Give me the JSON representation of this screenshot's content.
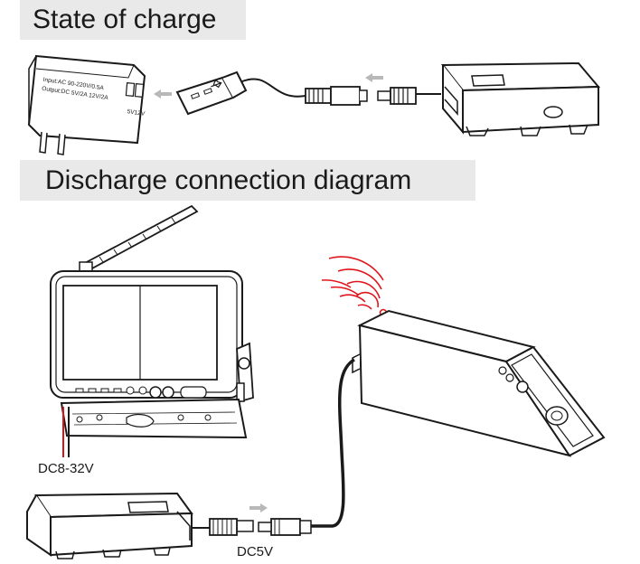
{
  "sections": {
    "charge_title": "State of charge",
    "discharge_title": "Discharge connection diagram"
  },
  "adapter": {
    "input_text": "Input:AC 90-220V/0.5A",
    "output_text": "Output:DC 5V/2A 12V/2A",
    "port_5v": "5V",
    "port_12v": "12V"
  },
  "labels": {
    "monitor_power": "DC8-32V",
    "battery_output": "DC5V"
  },
  "colors": {
    "banner_bg": "#e9e9e9",
    "line": "#1a1a1a",
    "arrow": "#b8b8b8",
    "wifi": "#e0151b",
    "power_wire": "#d0151b"
  },
  "icons": {
    "wifi": "wifi-signal-icon",
    "usb": "usb-icon"
  }
}
